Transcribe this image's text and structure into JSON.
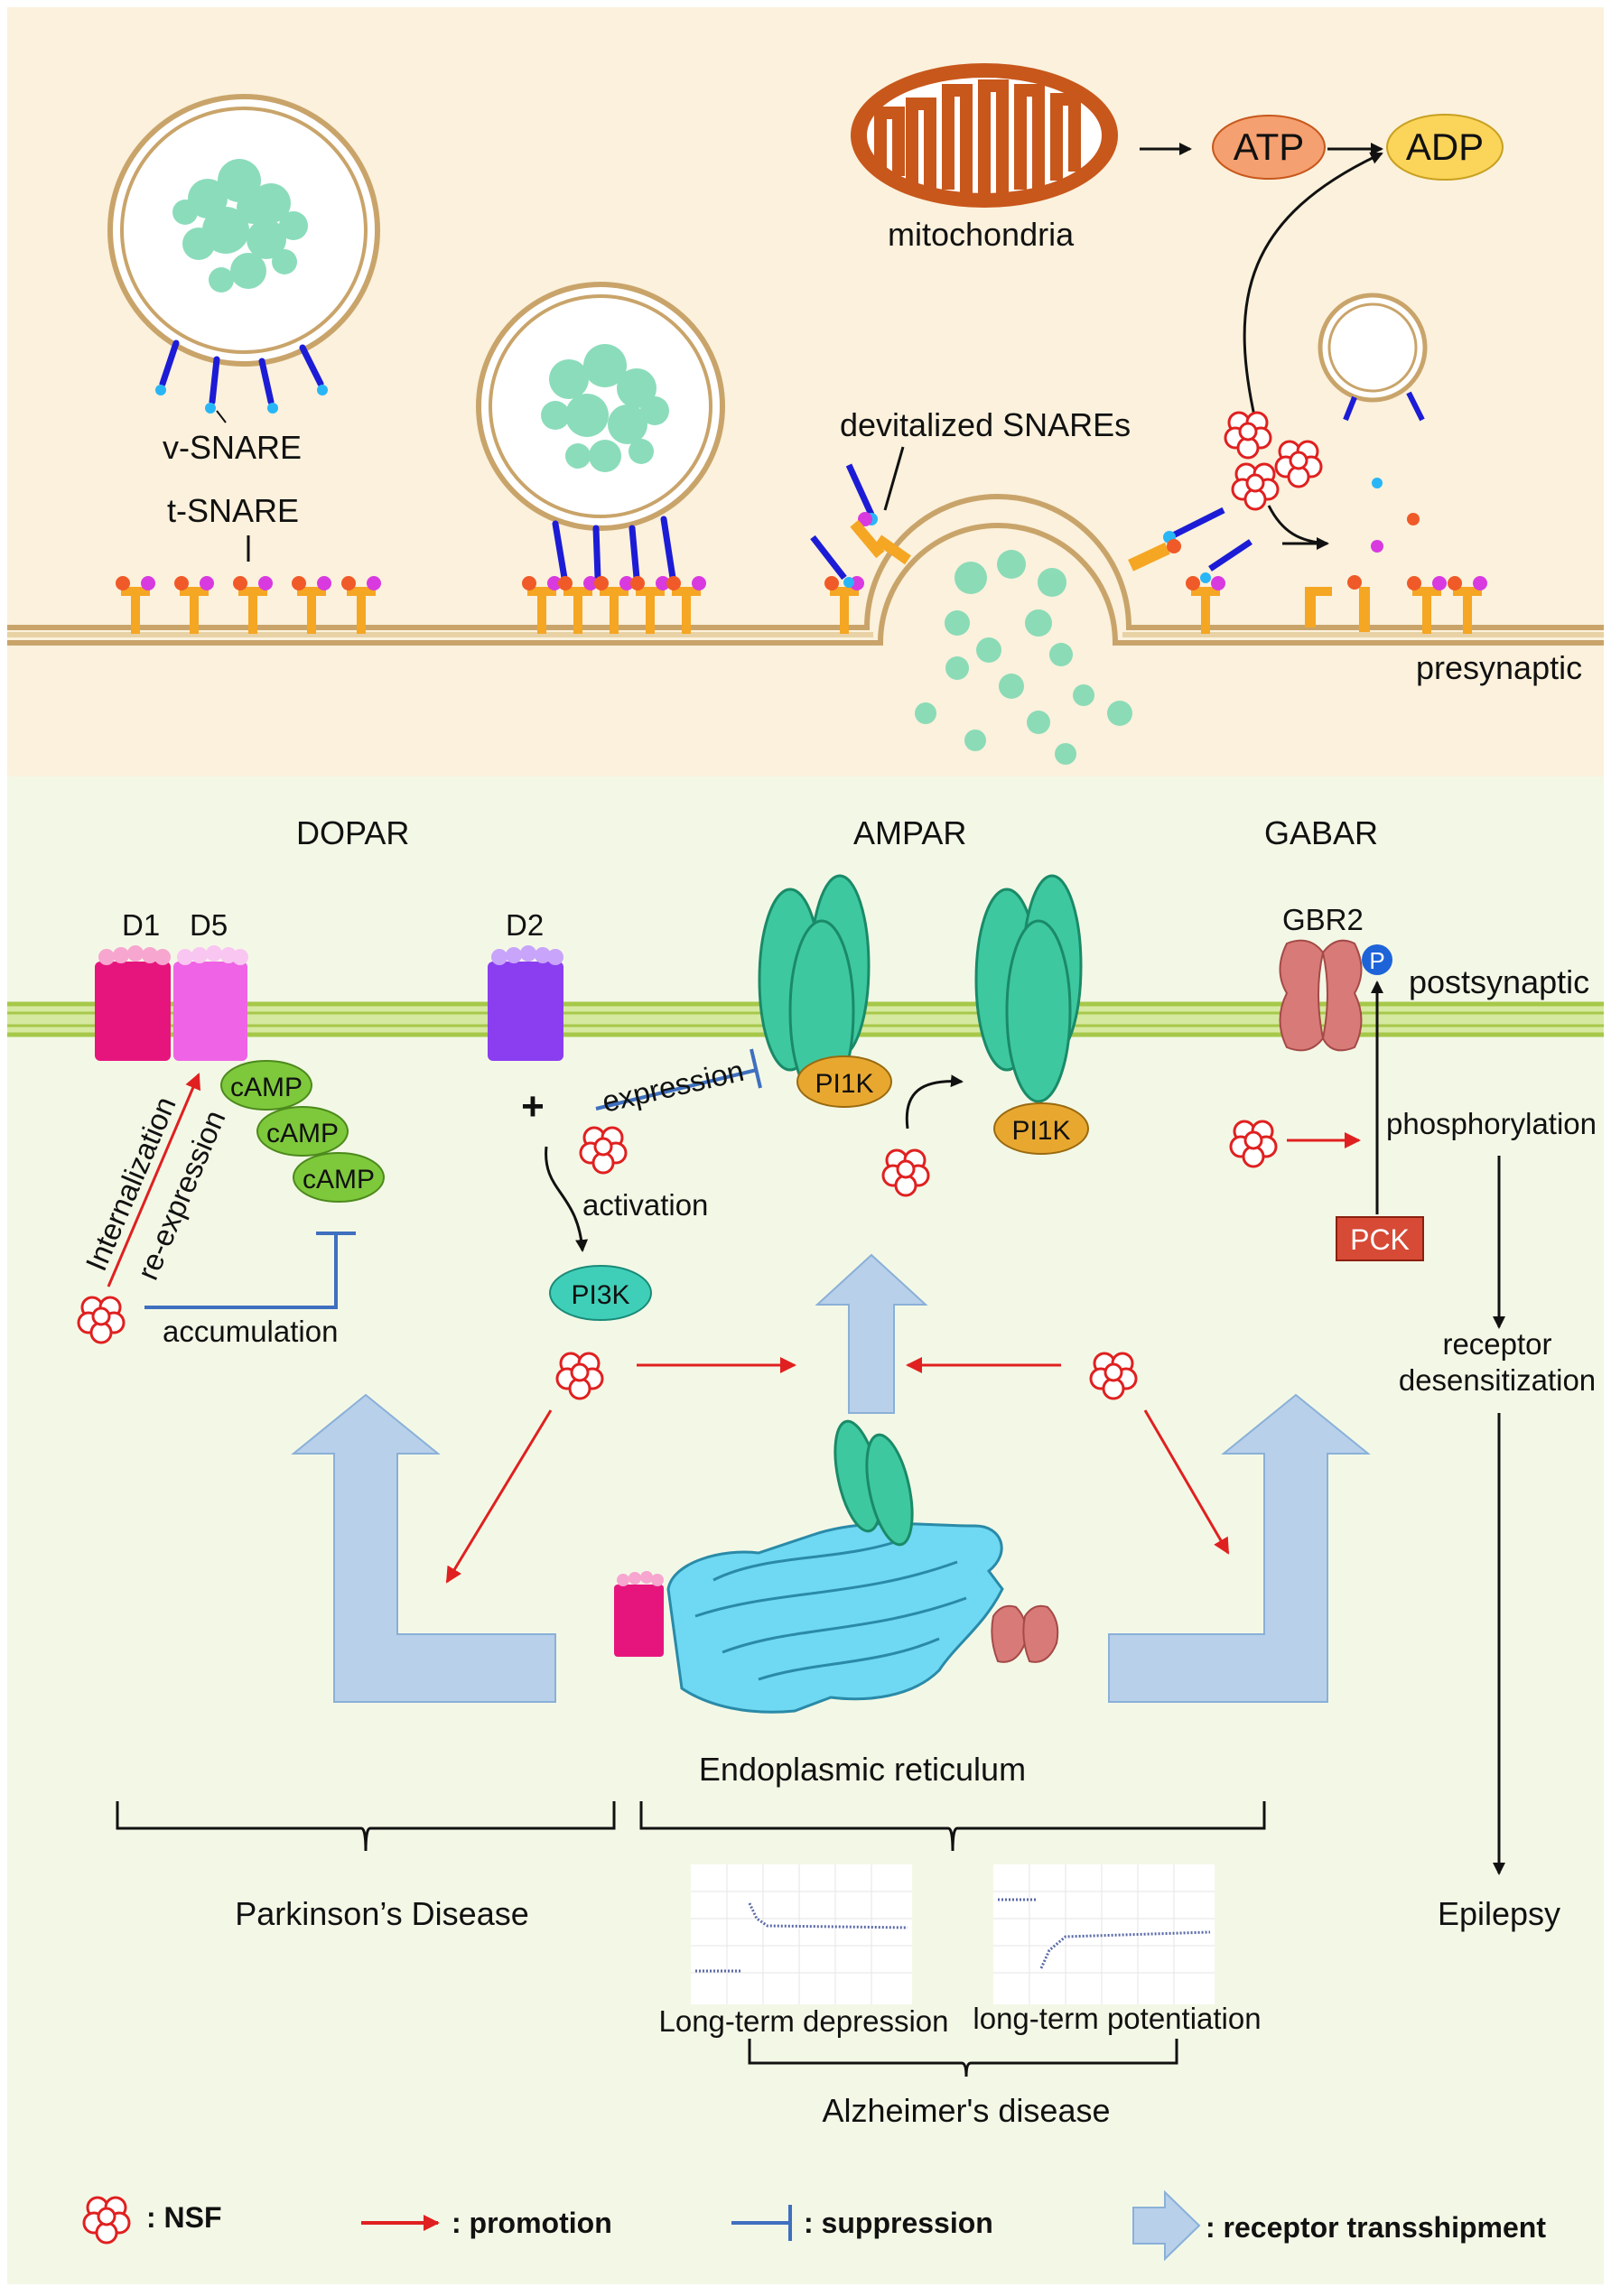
{
  "presynaptic": {
    "v_snare": "v-SNARE",
    "t_snare": "t-SNARE",
    "devitalized": "devitalized SNAREs",
    "mitochondria": "mitochondria",
    "atp": "ATP",
    "adp": "ADP",
    "region": "presynaptic"
  },
  "postsynaptic": {
    "region": "postsynaptic",
    "dopar": "DOPAR",
    "ampar": "AMPAR",
    "gabar": "GABAR",
    "d1": "D1",
    "d5": "D5",
    "d2": "D2",
    "gbr2": "GBR2",
    "p": "P",
    "camp": [
      "cAMP",
      "cAMP",
      "cAMP"
    ],
    "internalization": "Internalization",
    "re_expression": "re-expression",
    "accumulation": "accumulation",
    "plus": "+",
    "activation": "activation",
    "pi3k": "PI3K",
    "expression": "expression",
    "pi1k_1": "PI1K",
    "pi1k_2": "PI1K",
    "phosphorylation": "phosphorylation",
    "pck": "PCK",
    "receptor_desens_1": "receptor",
    "receptor_desens_2": "desensitization",
    "er": "Endoplasmic reticulum"
  },
  "diseases": {
    "parkinsons": "Parkinson’s Disease",
    "epilepsy": "Epilepsy",
    "ltd": "Long-term depression",
    "ltp": "long-term potentiation",
    "alzheimers": "Alzheimer's disease"
  },
  "legend": {
    "nsf": ": NSF",
    "promotion": ": promotion",
    "suppression": ": suppression",
    "transshipment": ": receptor transshipment"
  },
  "colors": {
    "pre_bg": "#fbf1dc",
    "post_bg": "#f3f8e6",
    "membrane_pre": "#c9a46a",
    "membrane_post": "#a6c84a",
    "cargo": "#7fd9b4",
    "ampar": "#3ec8a0",
    "d1": "#e6157e",
    "d5": "#ef63e6",
    "d2": "#8a3ef0",
    "gbr2": "#d87a78",
    "camp": "#7ec83c",
    "pi1k": "#e8a830",
    "pi3k": "#3fcfb8",
    "pck": "#d64a36",
    "promotion": "#e02020",
    "suppression": "#3f6fbf",
    "transship": "#b8d0ea",
    "atp": "#f4a070",
    "adp": "#fbd45a",
    "mito": "#c8571c"
  }
}
